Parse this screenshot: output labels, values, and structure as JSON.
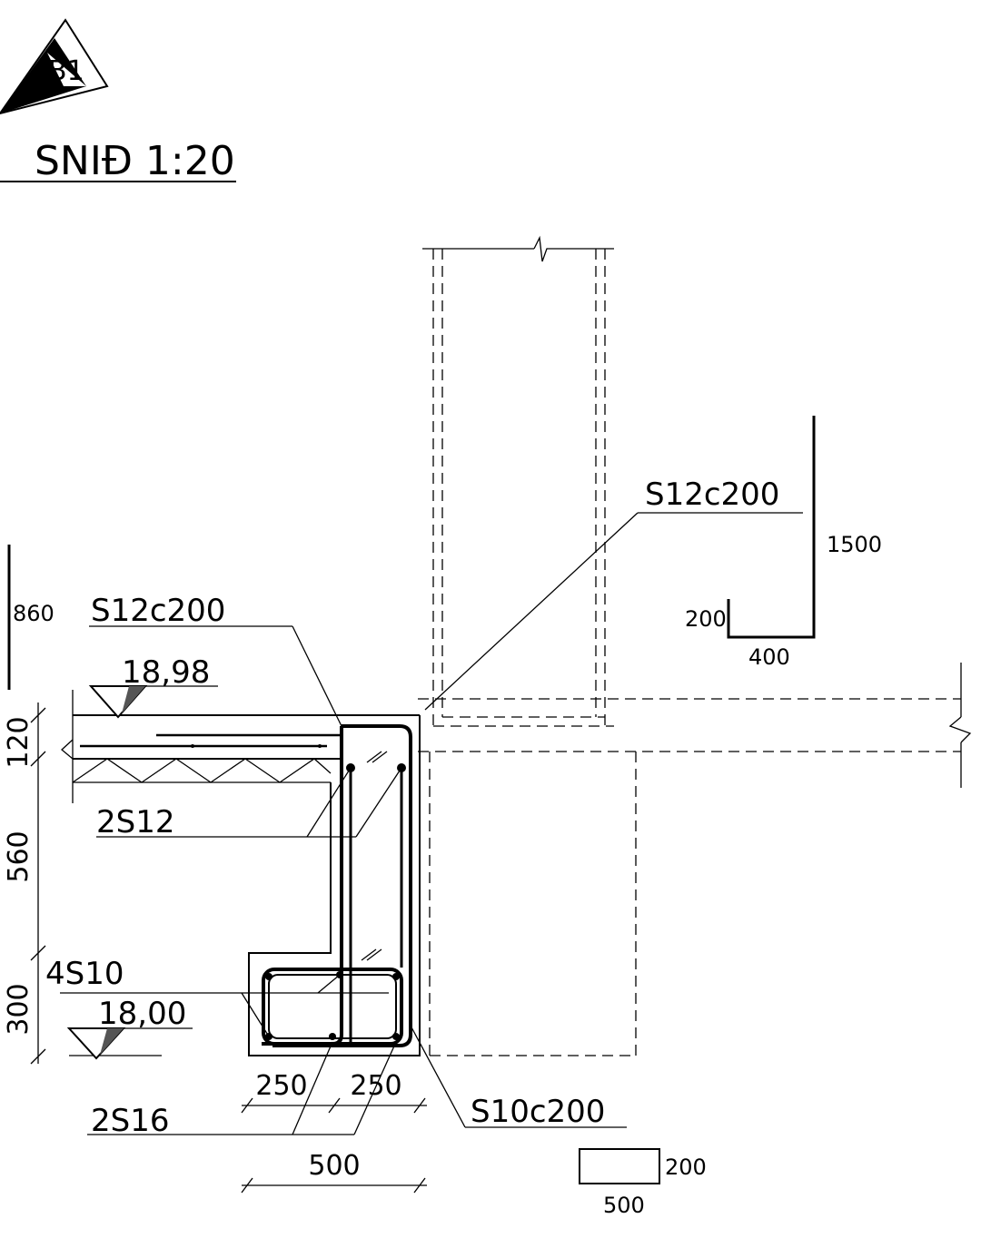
{
  "section_marker": "B1",
  "title": "SNIÐ 1:20",
  "levels": {
    "top": "18,98",
    "bottom": "18,00"
  },
  "labels": {
    "bar_top": "S12c200",
    "bar_wall": "S12c200",
    "bar_2s12": "2S12",
    "bar_4s10": "4S10",
    "bar_2s16": "2S16",
    "bar_stirrup": "S10c200"
  },
  "dimensions": {
    "dim_120": "120",
    "dim_560": "560",
    "dim_300": "300",
    "dim_250a": "250",
    "dim_250b": "250",
    "dim_500": "500"
  },
  "bar_schedule": {
    "left_height": "860",
    "l_height": "1500",
    "l_leg": "200",
    "l_base": "400",
    "stirrup_h": "200",
    "stirrup_w": "500"
  }
}
